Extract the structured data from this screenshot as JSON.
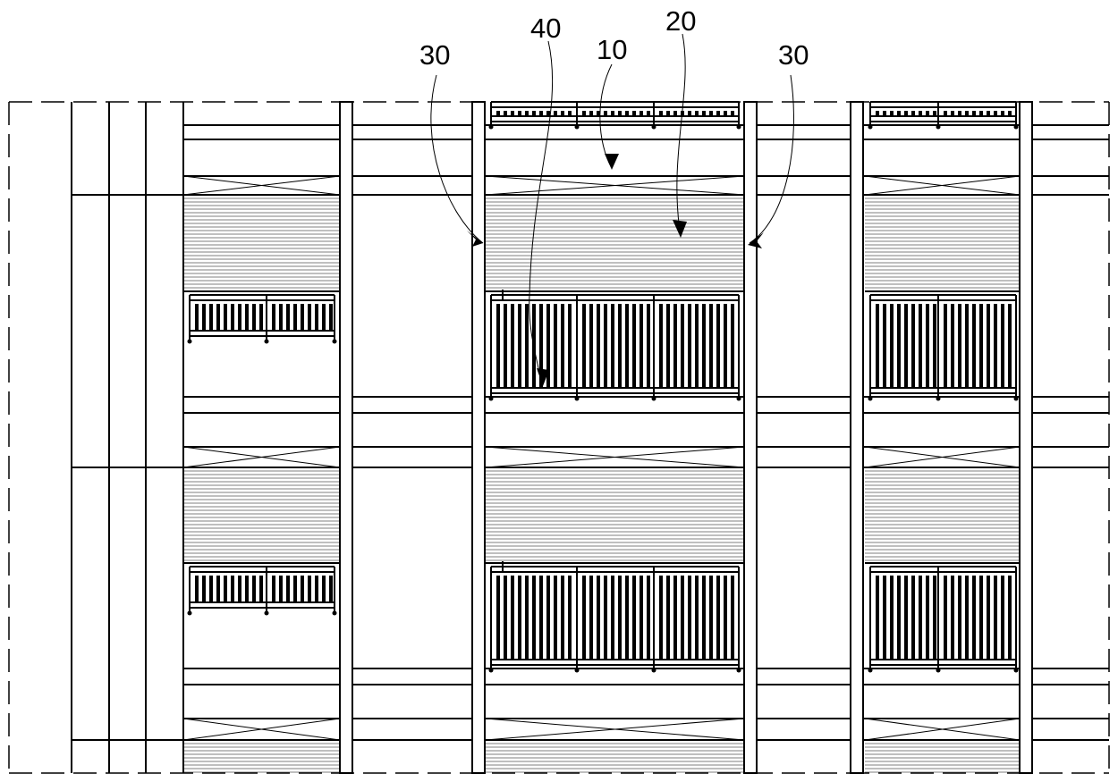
{
  "labels": {
    "frame": "10",
    "shade_panel": "20",
    "column": "30",
    "railing": "40"
  }
}
